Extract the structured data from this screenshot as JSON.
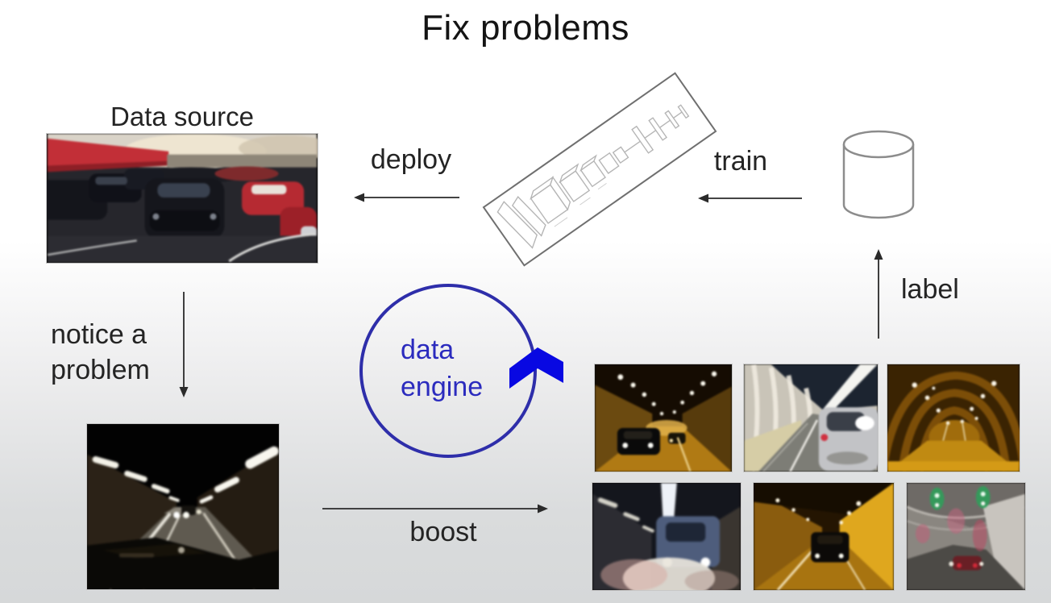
{
  "slide": {
    "title": "Fix problems"
  },
  "nodes": {
    "data_source": {
      "label": "Data source"
    },
    "data_engine": {
      "line1": "data",
      "line2": "engine"
    }
  },
  "edges": {
    "deploy": "deploy",
    "train": "train",
    "label": "label",
    "notice_line1": "notice a",
    "notice_line2": "problem",
    "boost": "boost"
  },
  "icons": {
    "dataset": "database-cylinder",
    "model": "neural-network-sketch",
    "cycle": "circular-arrow-chevron"
  },
  "colors": {
    "engine_text_blue": "#2b2bbe",
    "engine_circle_blue": "#2e2eaa",
    "chevron_blue": "#0808e2",
    "arrow_color": "#2a2a2a",
    "background_bottom": "#d7d9da"
  }
}
